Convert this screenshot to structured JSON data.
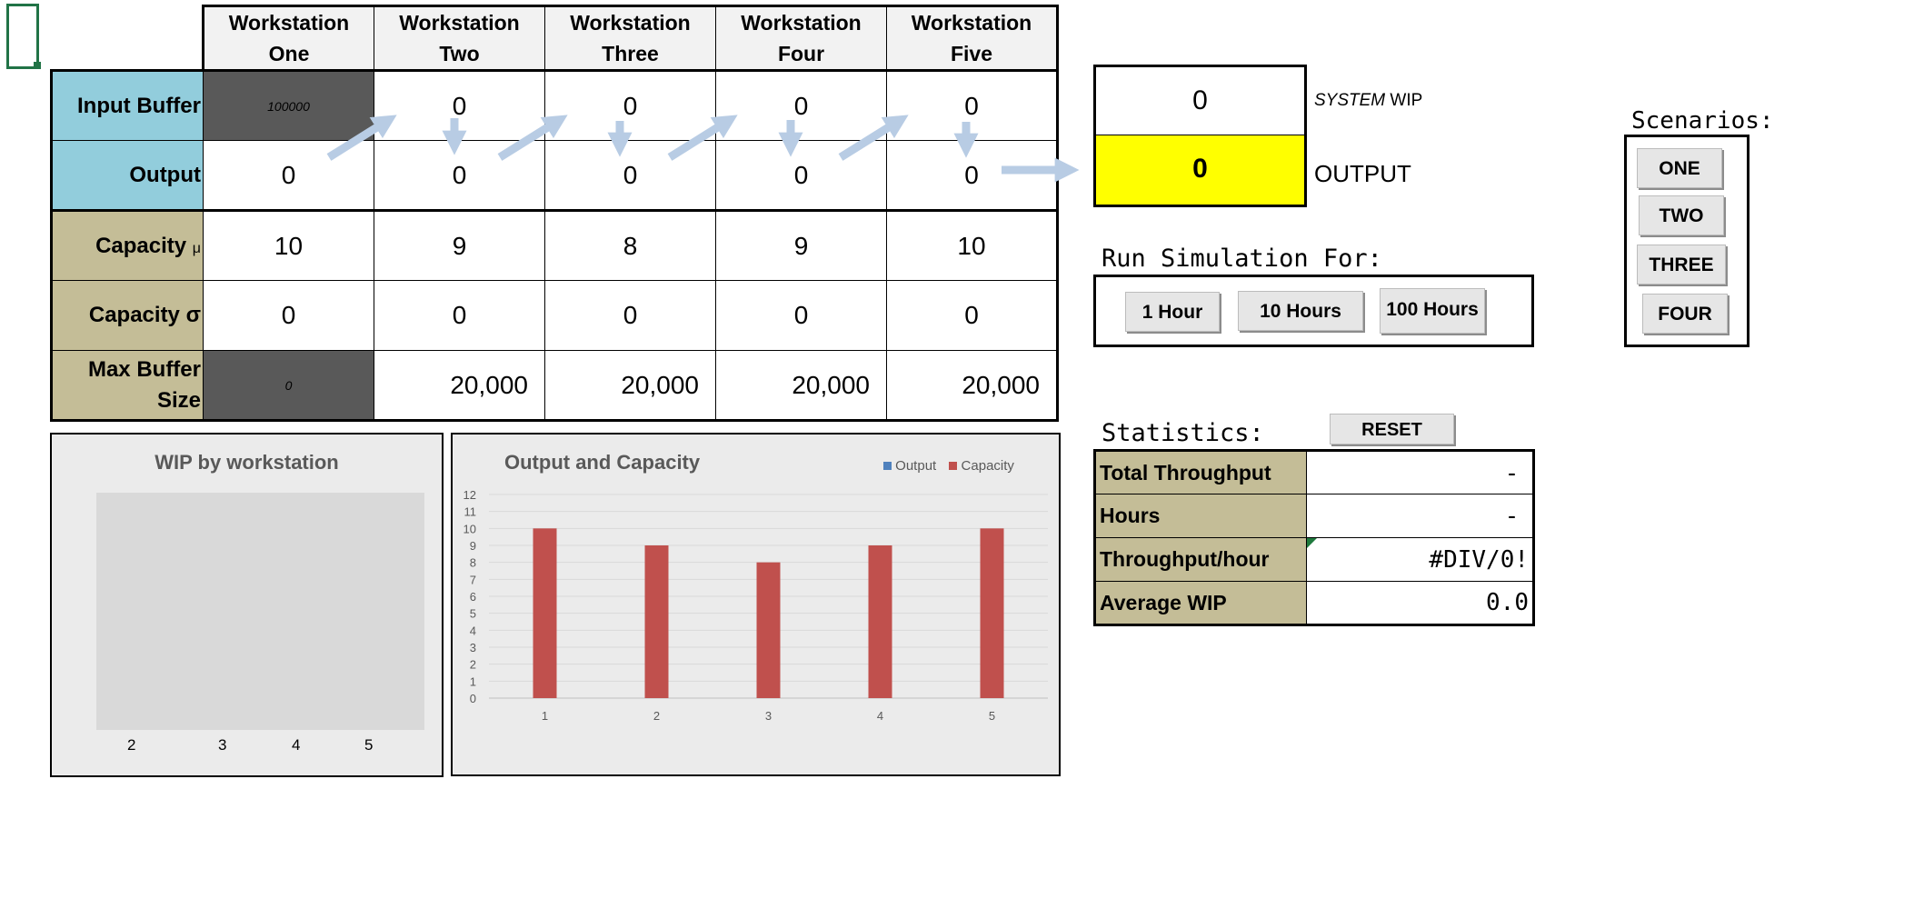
{
  "workstations": [
    {
      "name_line1": "Workstation",
      "name_line2": "One",
      "input_buffer": "100000",
      "output": "0",
      "capacity_mu": "10",
      "capacity_sigma": "0",
      "max_buffer": "0"
    },
    {
      "name_line1": "Workstation",
      "name_line2": "Two",
      "input_buffer": "0",
      "output": "0",
      "capacity_mu": "9",
      "capacity_sigma": "0",
      "max_buffer": "20,000"
    },
    {
      "name_line1": "Workstation",
      "name_line2": "Three",
      "input_buffer": "0",
      "output": "0",
      "capacity_mu": "8",
      "capacity_sigma": "0",
      "max_buffer": "20,000"
    },
    {
      "name_line1": "Workstation",
      "name_line2": "Four",
      "input_buffer": "0",
      "output": "0",
      "capacity_mu": "9",
      "capacity_sigma": "0",
      "max_buffer": "20,000"
    },
    {
      "name_line1": "Workstation",
      "name_line2": "Five",
      "input_buffer": "0",
      "output": "0",
      "capacity_mu": "10",
      "capacity_sigma": "0",
      "max_buffer": "20,000"
    }
  ],
  "row_labels": {
    "input_buffer": "Input Buffer",
    "output": "Output",
    "capacity_mu": "Capacity μ",
    "capacity_sigma": "Capacity σ",
    "max_buffer_line1": "Max Buffer",
    "max_buffer_line2": "Size"
  },
  "system": {
    "wip_value": "0",
    "wip_label_italic": "SYSTEM",
    "wip_label_rest": "WIP",
    "output_value": "0",
    "output_label": "OUTPUT",
    "output_color": "#ffff00"
  },
  "run": {
    "title": "Run Simulation For:",
    "buttons": [
      "1 Hour",
      "10 Hours",
      "100 Hours"
    ]
  },
  "scenarios": {
    "title": "Scenarios:",
    "buttons": [
      "ONE",
      "TWO",
      "THREE",
      "FOUR"
    ]
  },
  "statistics": {
    "title": "Statistics:",
    "reset_label": "RESET",
    "rows": [
      {
        "label": "Total Throughput",
        "value": "-"
      },
      {
        "label": "Hours",
        "value": "-"
      },
      {
        "label": "Throughput/hour",
        "value": "#DIV/0!"
      },
      {
        "label": "Average WIP",
        "value": "0.0"
      }
    ]
  },
  "colors": {
    "input_output_labels": "#92cddc",
    "capacity_labels": "#c4bd97",
    "disabled_cell": "#595959",
    "output_series": "#4f81bd",
    "capacity_series": "#c0504d"
  },
  "chart_data": [
    {
      "type": "bar",
      "title": "WIP by workstation",
      "categories": [
        "2",
        "3",
        "4",
        "5"
      ],
      "values": []
    },
    {
      "type": "bar",
      "title": "Output and Capacity",
      "categories": [
        "1",
        "2",
        "3",
        "4",
        "5"
      ],
      "series": [
        {
          "name": "Output",
          "values": [
            0,
            0,
            0,
            0,
            0
          ],
          "color": "#4f81bd"
        },
        {
          "name": "Capacity",
          "values": [
            10,
            9,
            8,
            9,
            10
          ],
          "color": "#c0504d"
        }
      ],
      "ylim": [
        0,
        12
      ],
      "yticks": [
        "0",
        "1",
        "2",
        "3",
        "4",
        "5",
        "6",
        "7",
        "8",
        "9",
        "10",
        "11",
        "12"
      ],
      "legend": "top-right",
      "grid": true
    }
  ]
}
